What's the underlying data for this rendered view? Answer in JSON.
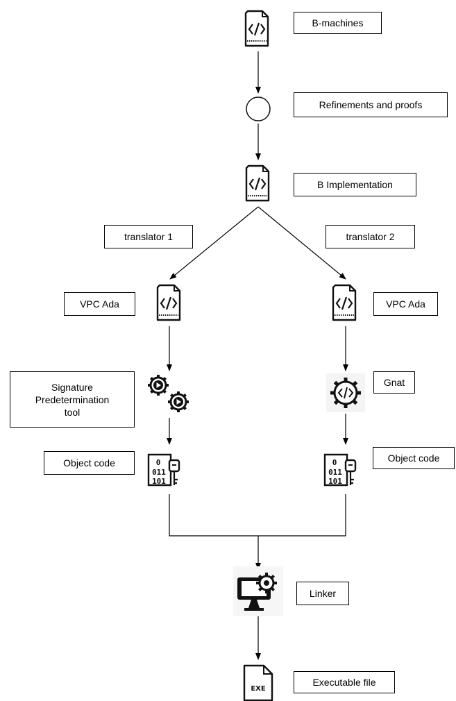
{
  "diagram": {
    "labels": {
      "b_machines": "B-machines",
      "refinements": "Refinements and proofs",
      "b_implementation": "B Implementation",
      "translator_1": "translator 1",
      "translator_2": "translator 2",
      "vpc_ada_left": "VPC Ada",
      "vpc_ada_right": "VPC Ada",
      "signature_tool": [
        "Signature",
        "Predetermination",
        "tool"
      ],
      "gnat": "Gnat",
      "object_code_left": "Object code",
      "object_code_right": "Object code",
      "linker": "Linker",
      "executable": "Executable file"
    },
    "icons": {
      "code_file_icon_1": "code-file-icon",
      "refinement_node": "circle-node",
      "code_file_icon_2": "code-file-icon",
      "code_file_icon_left": "code-file-icon",
      "code_file_icon_right": "code-file-icon",
      "gears_play_icon": "gears-play-icon",
      "gear_code_icon": "gear-code-icon",
      "binary_key_icon_left": "binary-key-icon",
      "binary_key_icon_right": "binary-key-icon",
      "monitor_gear_icon": "monitor-gear-icon",
      "exe_file_icon": "exe-file-icon"
    },
    "exe_glyph_text": "EXE",
    "binary_glyph_text": [
      "0",
      "011",
      "101"
    ]
  }
}
